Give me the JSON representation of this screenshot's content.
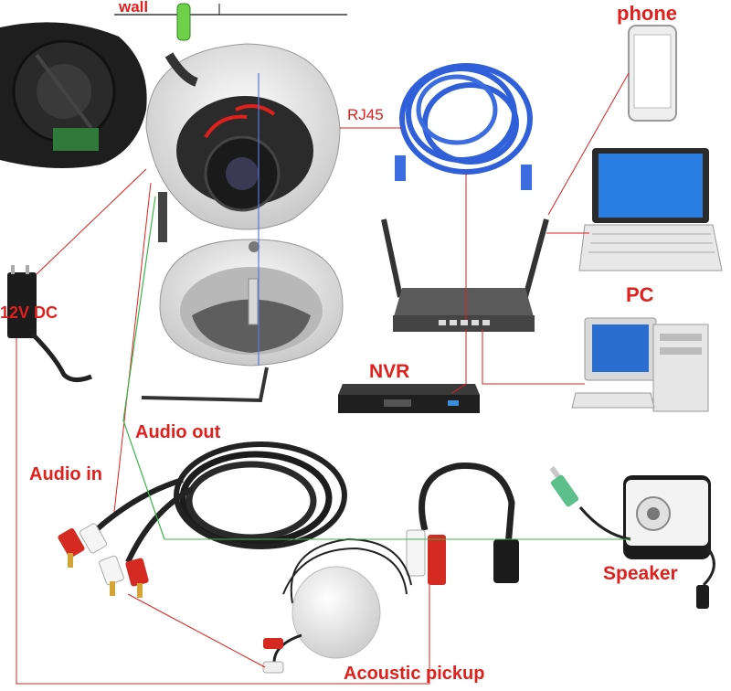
{
  "labels": {
    "wall": "wall",
    "rj45": "RJ45",
    "phone": "phone",
    "pc": "PC",
    "power": "12V DC",
    "nvr": "NVR",
    "audio_out": "Audio out",
    "audio_in": "Audio in",
    "speaker": "Speaker",
    "acoustic_pickup": "Acoustic pickup"
  },
  "colors": {
    "label": "#e0201c",
    "wire_red": "#e0201c",
    "wire_green": "#3cb44b",
    "wire_blue": "#5a78d8",
    "cable_blue": "#2f5fd9"
  }
}
